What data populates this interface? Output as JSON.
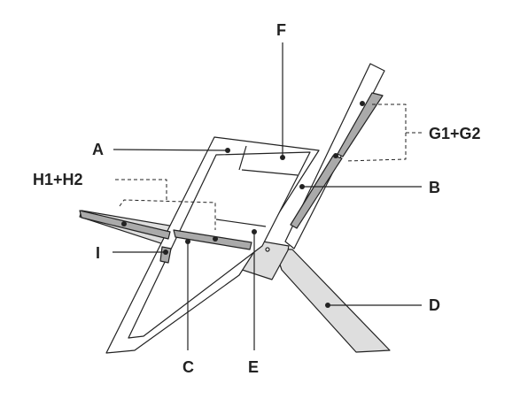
{
  "labels": {
    "A": "A",
    "B": "B",
    "C": "C",
    "D": "D",
    "E": "E",
    "F": "F",
    "G": "G1+G2",
    "H": "H1+H2",
    "I": "I"
  },
  "colors": {
    "ink": "#222222",
    "hatch_fill": "#aaaaaa",
    "panel_fill": "#dedede",
    "background": "#ffffff"
  }
}
